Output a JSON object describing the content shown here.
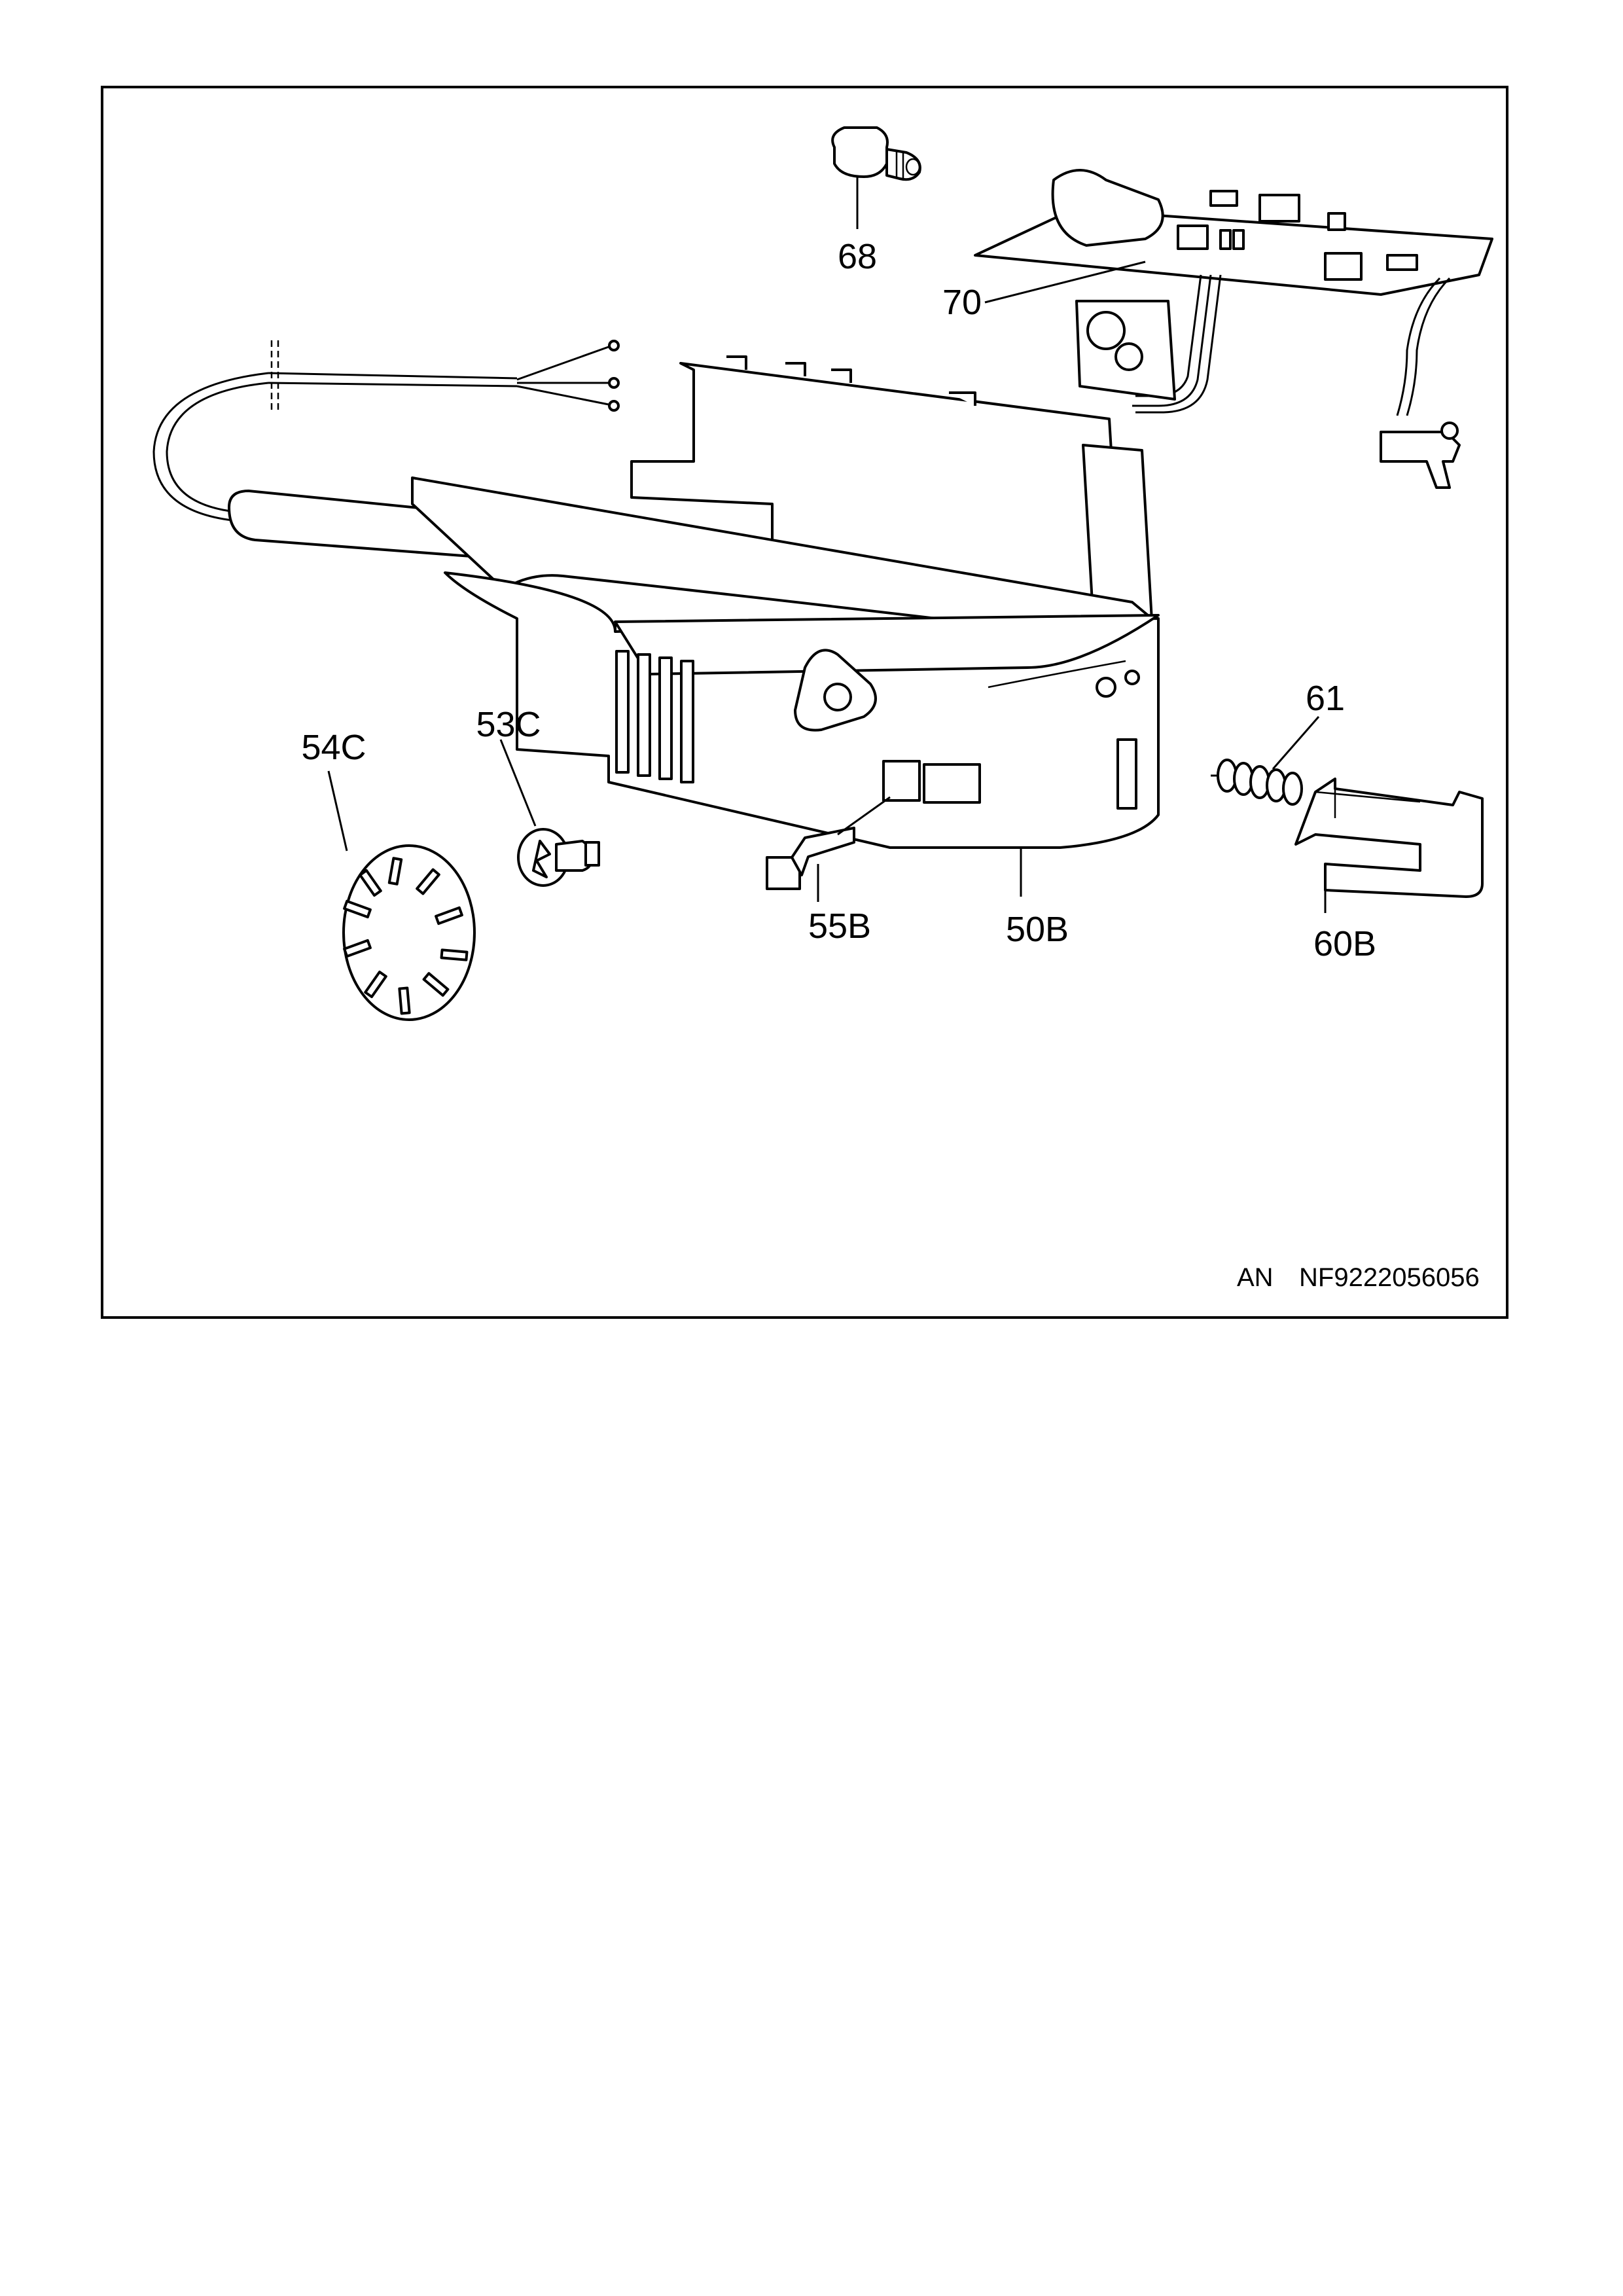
{
  "parts": [
    {
      "id": "p68",
      "label": "68"
    },
    {
      "id": "p70",
      "label": "70"
    },
    {
      "id": "p61",
      "label": "61"
    },
    {
      "id": "p54c",
      "label": "54C"
    },
    {
      "id": "p53c",
      "label": "53C"
    },
    {
      "id": "p55b",
      "label": "55B"
    },
    {
      "id": "p50b",
      "label": "50B"
    },
    {
      "id": "p60b",
      "label": "60B"
    }
  ],
  "footer": {
    "prefix": "AN",
    "code": "NF9222056056"
  }
}
